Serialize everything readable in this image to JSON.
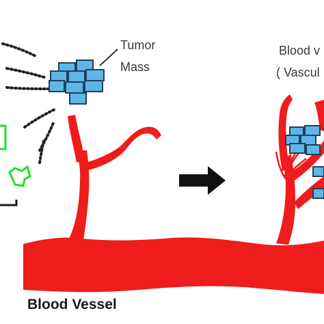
{
  "labels": {
    "tumor_mass_line1": "Tumor",
    "tumor_mass_line2": "Mass",
    "vascularized_line1": "Blood v",
    "vascularized_line2": "( Vascul",
    "blood_vessel": "Blood Vessel"
  },
  "colors": {
    "vessel": "#ee1c1c",
    "tumor_cell_fill": "#5fb6e6",
    "tumor_cell_stroke": "#1f3f5c",
    "green_cell": "#22dd22",
    "arrow": "#111111",
    "signal_dots": "#222222",
    "background": "#ffffff"
  },
  "icons": {
    "tumor_cluster": "tumor-cell-icon",
    "transition_arrow": "arrow-right-icon",
    "green_cell": "green-cell-icon"
  }
}
